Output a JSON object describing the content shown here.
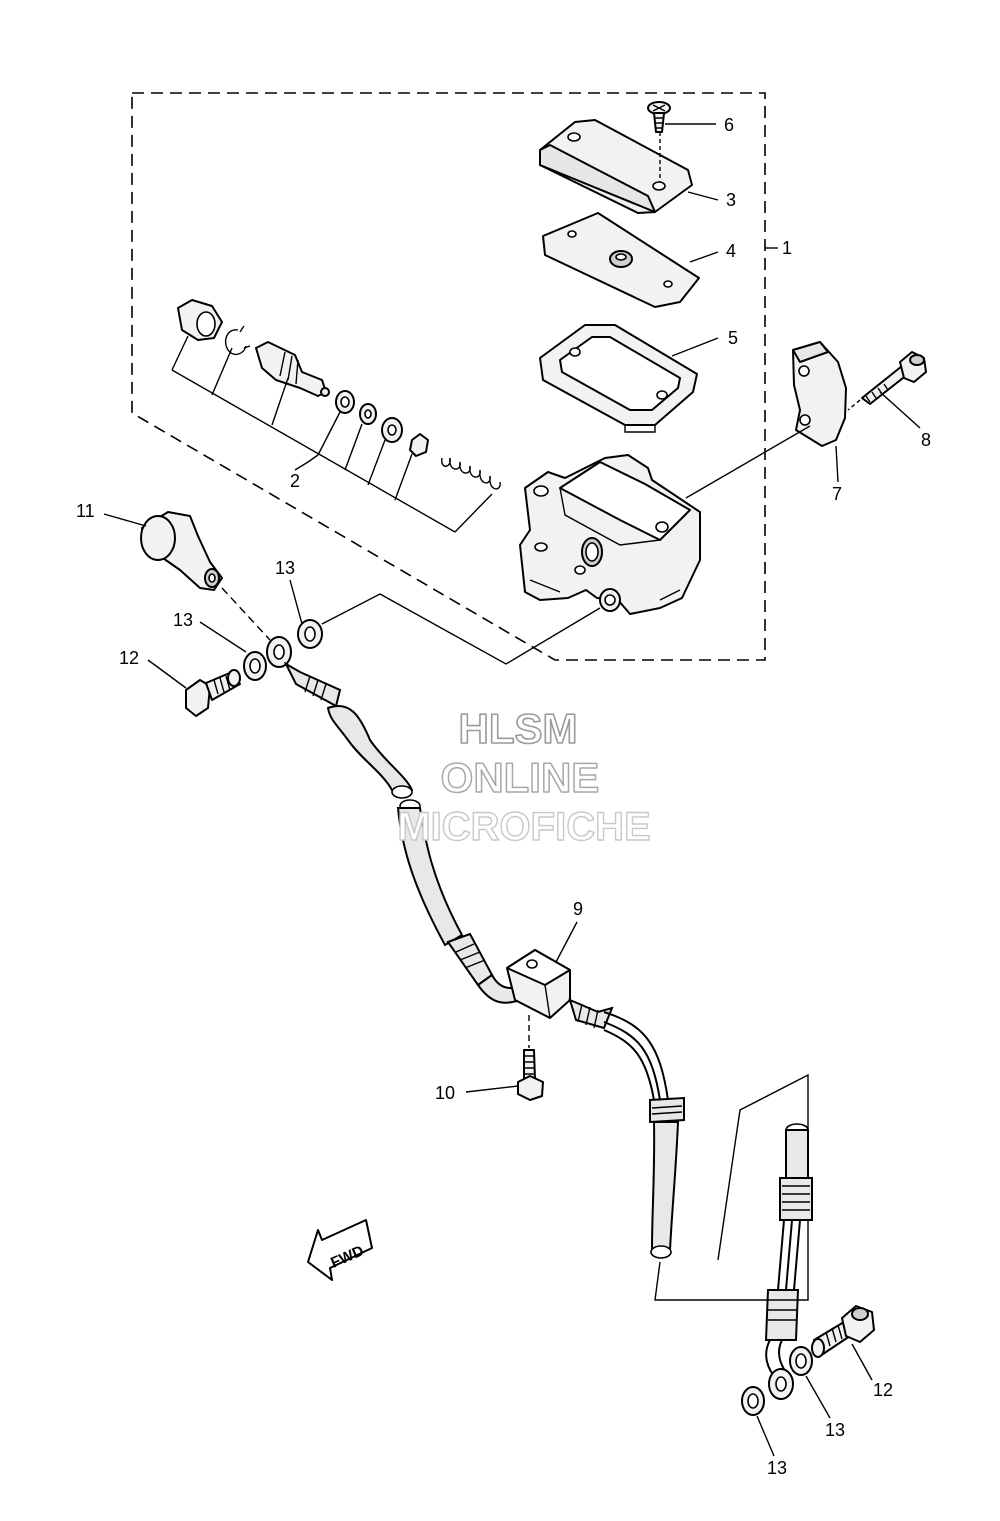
{
  "callouts": {
    "c1": "1",
    "c2": "2",
    "c3": "3",
    "c4": "4",
    "c5": "5",
    "c6": "6",
    "c7": "7",
    "c8": "8",
    "c9": "9",
    "c10": "10",
    "c11": "11",
    "c12a": "12",
    "c12b": "12",
    "c13a": "13",
    "c13b": "13",
    "c13c": "13",
    "c13d": "13"
  },
  "watermark": {
    "line1": "HLSM",
    "line2": "ONLINE",
    "line3": "MICROFICHE"
  },
  "fwd_arrow_label": "FWD"
}
